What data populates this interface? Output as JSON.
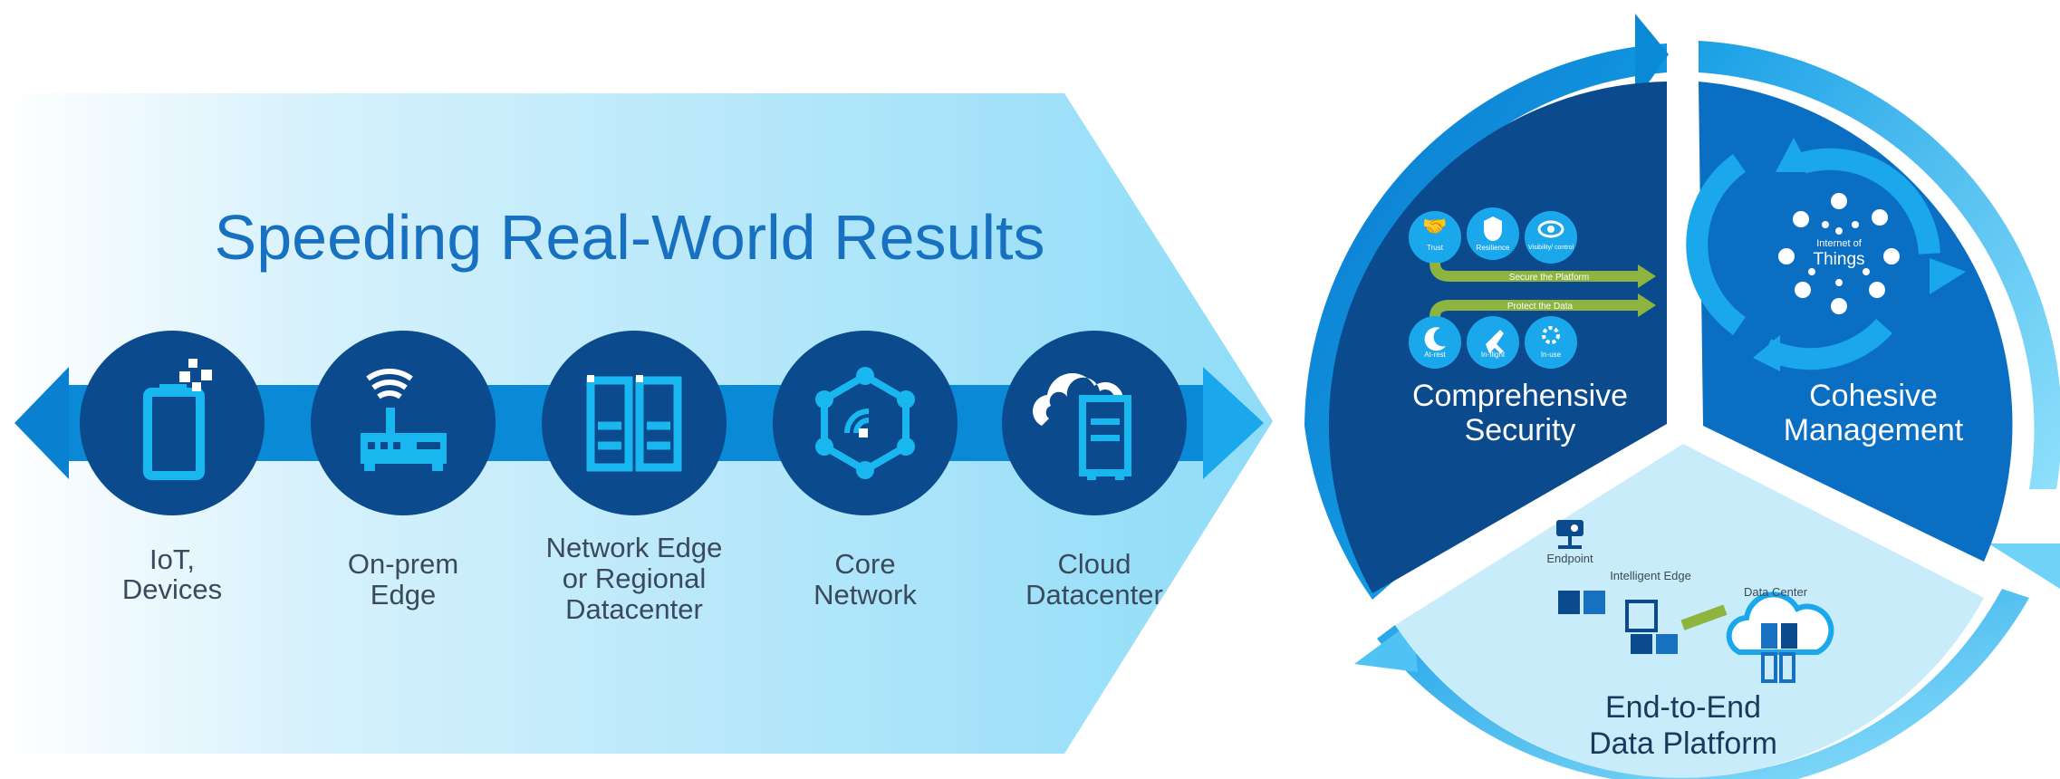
{
  "left_panel": {
    "title": "Speeding Real-World Results",
    "stages": [
      {
        "icon": "device-icon",
        "lines": [
          "IoT,",
          "Devices"
        ]
      },
      {
        "icon": "router-icon",
        "lines": [
          "On-prem",
          "Edge"
        ]
      },
      {
        "icon": "server-rack-icon",
        "lines": [
          "Network Edge",
          "or Regional",
          "Datacenter"
        ]
      },
      {
        "icon": "network-hub-icon",
        "lines": [
          "Core",
          "Network"
        ]
      },
      {
        "icon": "cloud-server-icon",
        "lines": [
          "Cloud",
          "Datacenter"
        ]
      }
    ]
  },
  "right_panel": {
    "security": {
      "title_lines": [
        "Comprehensive",
        "Security"
      ],
      "top_badges": [
        "Trust",
        "Resilience",
        "Visibility/ control"
      ],
      "arrow_secure": "Secure the Platform",
      "arrow_protect": "Protect the Data",
      "bottom_badges": [
        "At-rest",
        "In-flight",
        "In-use"
      ]
    },
    "management": {
      "title_lines": [
        "Cohesive",
        "Management"
      ],
      "iot_lines": [
        "Internet of",
        "Things"
      ]
    },
    "data_platform": {
      "title_lines": [
        "End-to-End",
        "Data Platform"
      ],
      "endpoint": "Endpoint",
      "intelligent_edge": "Intelligent Edge",
      "data_center": "Data Center"
    }
  },
  "colors": {
    "dark_blue": "#0b4a8c",
    "mid_blue": "#0a6fc2",
    "bright_blue": "#1aa7ec",
    "cyan": "#19b7f0",
    "light_cyan": "#c9ecfb",
    "title_blue": "#1770c0",
    "text_gray": "#3a4a5c",
    "green": "#8db43e"
  }
}
